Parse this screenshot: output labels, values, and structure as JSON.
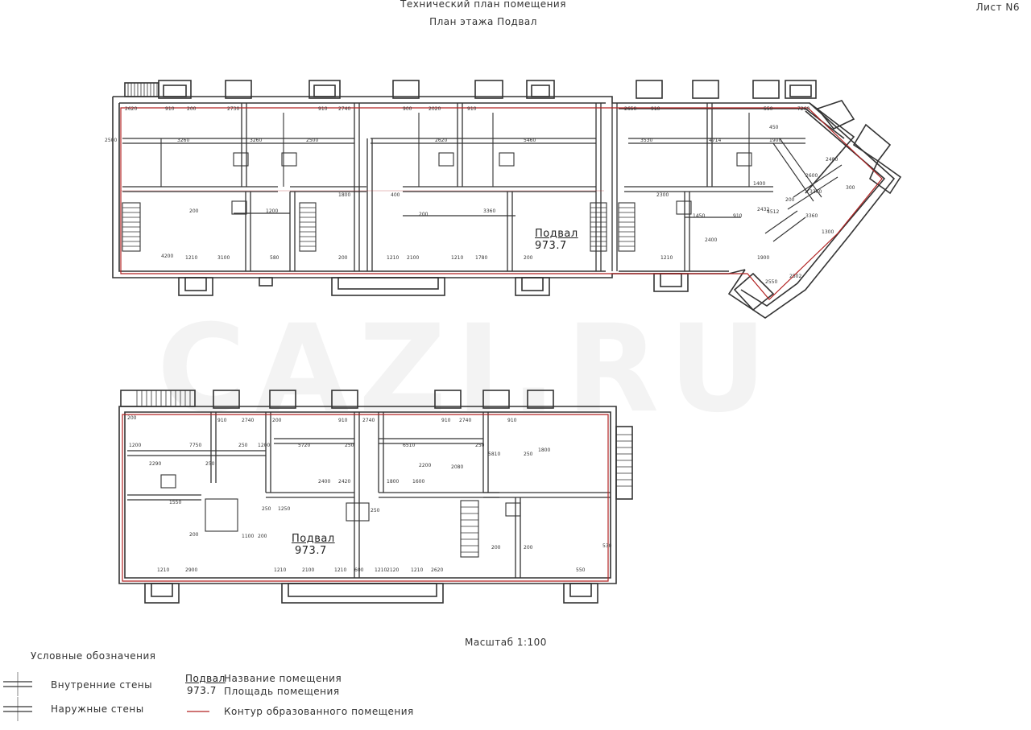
{
  "header": {
    "title": "Технический план помещения",
    "subtitle": "План этажа Подвал",
    "sheet": "Лист N6"
  },
  "watermark": "CAZI.RU",
  "plan_upper": {
    "room_name": "Подвал",
    "room_area": "973.7"
  },
  "plan_lower": {
    "room_name": "Подвал",
    "room_area": "973.7"
  },
  "scale": "Масштаб 1:100",
  "legend": {
    "title": "Условные обозначения",
    "inner_walls": "Внутренние стены",
    "outer_walls": "Наружные стены",
    "sample_name": "Подвал",
    "sample_area": "973.7",
    "room_name_label": "Название помещения",
    "room_area_label": "Площадь помещения",
    "contour_label": "Контур образованного помещения"
  },
  "dimensions_upper": [
    "2620",
    "910",
    "200",
    "2730",
    "910",
    "2740",
    "900",
    "2020",
    "910",
    "2650",
    "910",
    "550",
    "7260",
    "2500",
    "3260",
    "3260",
    "2500",
    "2620",
    "5460",
    "3530",
    "4714",
    "1900",
    "2480",
    "2600",
    "200",
    "3360",
    "1300",
    "3360",
    "200",
    "1200",
    "1800",
    "200",
    "3360",
    "400",
    "4200",
    "1210",
    "3100",
    "580",
    "200",
    "1210",
    "2100",
    "1210",
    "1780",
    "200",
    "1210",
    "2400",
    "1450",
    "2300",
    "910",
    "2432",
    "4512",
    "2502",
    "2550",
    "1900",
    "1400",
    "300",
    "450"
  ],
  "dimensions_lower": [
    "200",
    "910",
    "2740",
    "200",
    "910",
    "2740",
    "910",
    "2740",
    "910",
    "1200",
    "7750",
    "250",
    "1200",
    "5720",
    "250",
    "6510",
    "250",
    "2290",
    "250",
    "2200",
    "2080",
    "5810",
    "250",
    "1800",
    "2400",
    "2420",
    "1800",
    "1600",
    "250",
    "250",
    "1250",
    "1550",
    "200",
    "1100",
    "200",
    "1210",
    "2900",
    "1210",
    "2100",
    "1210",
    "600",
    "1210",
    "2120",
    "1210",
    "2620",
    "550",
    "530",
    "200",
    "200"
  ],
  "colors": {
    "wall": "#333333",
    "inner_wall": "#444444",
    "contour": "#b22222",
    "dimension": "#333333"
  }
}
